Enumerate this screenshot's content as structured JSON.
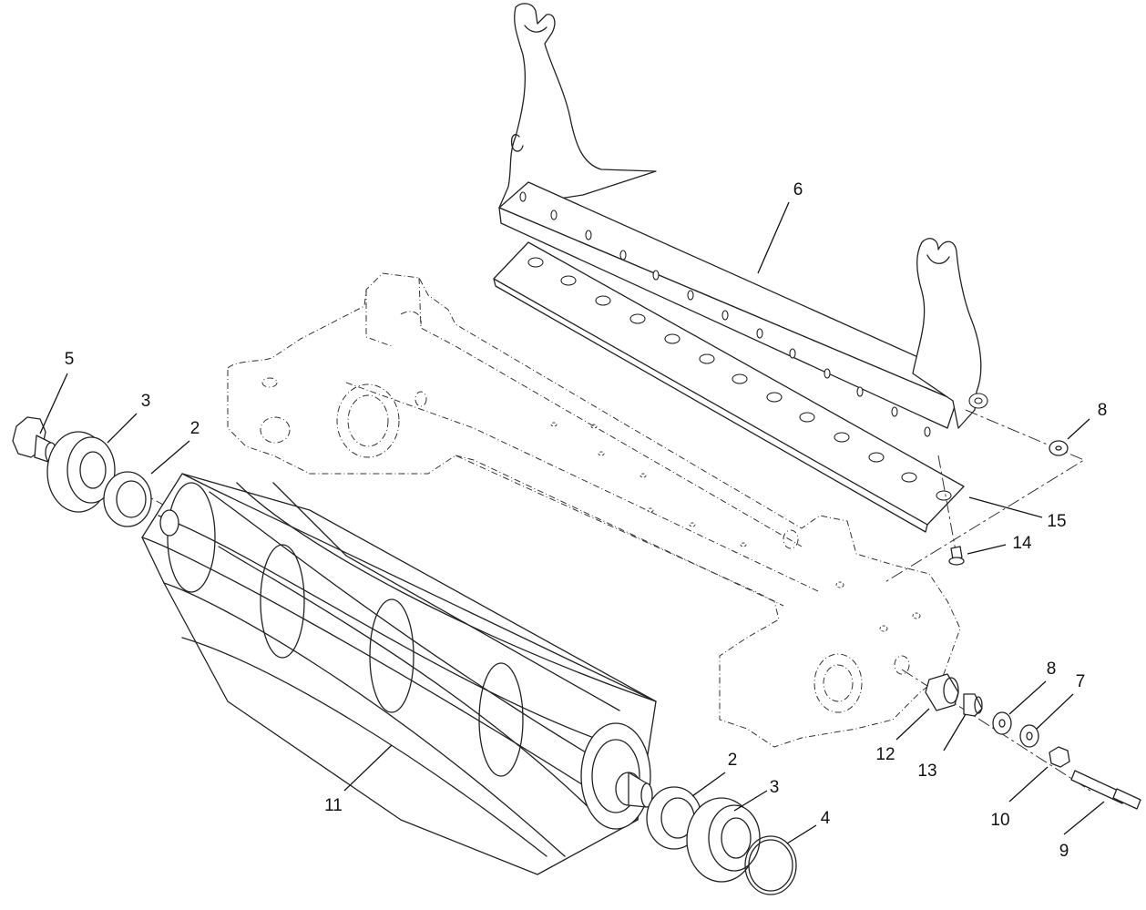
{
  "callouts": [
    {
      "id": "c5",
      "label": "5"
    },
    {
      "id": "c3a",
      "label": "3"
    },
    {
      "id": "c2a",
      "label": "2"
    },
    {
      "id": "c6",
      "label": "6"
    },
    {
      "id": "c8a",
      "label": "8"
    },
    {
      "id": "c15",
      "label": "15"
    },
    {
      "id": "c14",
      "label": "14"
    },
    {
      "id": "c8b",
      "label": "8"
    },
    {
      "id": "c7",
      "label": "7"
    },
    {
      "id": "c12",
      "label": "12"
    },
    {
      "id": "c13",
      "label": "13"
    },
    {
      "id": "c10",
      "label": "10"
    },
    {
      "id": "c9",
      "label": "9"
    },
    {
      "id": "c11",
      "label": "11"
    },
    {
      "id": "c2b",
      "label": "2"
    },
    {
      "id": "c3b",
      "label": "3"
    },
    {
      "id": "c4",
      "label": "4"
    }
  ]
}
